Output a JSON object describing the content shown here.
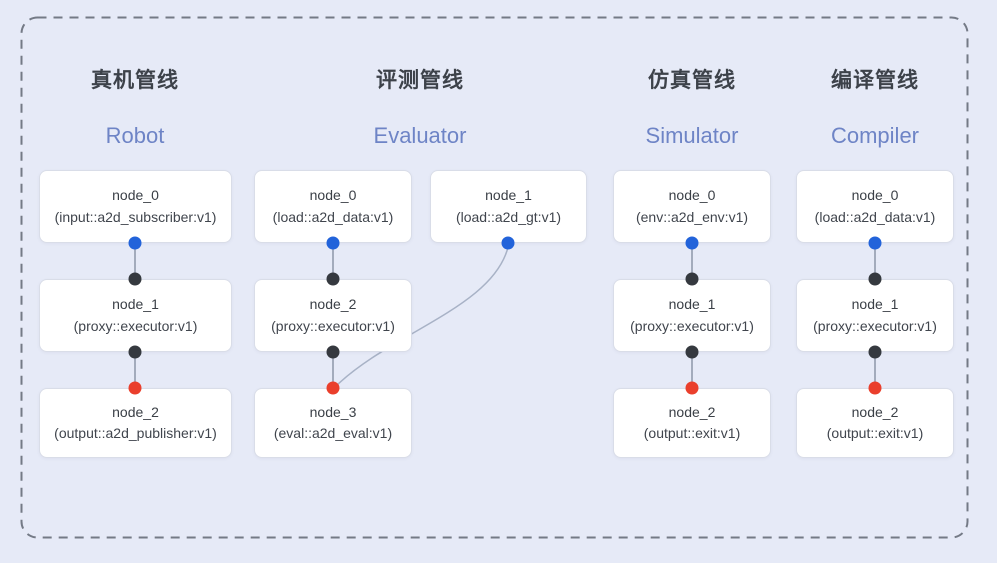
{
  "diagram": {
    "pipelines": [
      {
        "title_zh": "真机管线",
        "title_en": "Robot",
        "nodes": [
          {
            "name": "node_0",
            "type": "(input::a2d_subscriber:v1)"
          },
          {
            "name": "node_1",
            "type": "(proxy::executor:v1)"
          },
          {
            "name": "node_2",
            "type": "(output::a2d_publisher:v1)"
          }
        ]
      },
      {
        "title_zh": "评测管线",
        "title_en": "Evaluator",
        "nodes": [
          {
            "name": "node_0",
            "type": "(load::a2d_data:v1)"
          },
          {
            "name": "node_2",
            "type": "(proxy::executor:v1)"
          },
          {
            "name": "node_3",
            "type": "(eval::a2d_eval:v1)"
          }
        ],
        "side_nodes": [
          {
            "name": "node_1",
            "type": "(load::a2d_gt:v1)"
          }
        ]
      },
      {
        "title_zh": "仿真管线",
        "title_en": "Simulator",
        "nodes": [
          {
            "name": "node_0",
            "type": "(env::a2d_env:v1)"
          },
          {
            "name": "node_1",
            "type": "(proxy::executor:v1)"
          },
          {
            "name": "node_2",
            "type": "(output::exit:v1)"
          }
        ]
      },
      {
        "title_zh": "编译管线",
        "title_en": "Compiler",
        "nodes": [
          {
            "name": "node_0",
            "type": "(load::a2d_data:v1)"
          },
          {
            "name": "node_1",
            "type": "(proxy::executor:v1)"
          },
          {
            "name": "node_2",
            "type": "(output::exit:v1)"
          }
        ]
      }
    ],
    "colors": {
      "background": "#e6eaf7",
      "dashed_border": "#747a86",
      "card_border": "#d9dde8",
      "port_blue": "#2263da",
      "port_dark": "#35393f",
      "port_red": "#ea3f2c",
      "title_en_accent": "#6e84c6",
      "connector": "#8d96a8"
    }
  }
}
